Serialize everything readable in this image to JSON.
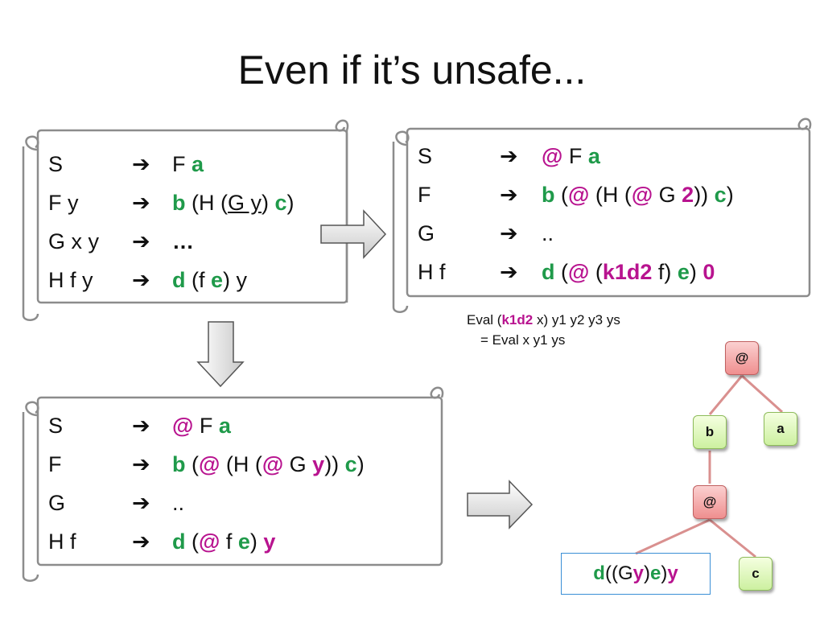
{
  "title": "Even if it’s unsafe...",
  "box1": {
    "rules": [
      {
        "lhs": "S",
        "rhs": [
          {
            "t": "F "
          },
          {
            "t": "a",
            "c": "g"
          }
        ]
      },
      {
        "lhs": "F y",
        "rhs": [
          {
            "t": "b",
            "c": "g"
          },
          {
            "t": " (H ("
          },
          {
            "t": "G y",
            "c": "u"
          },
          {
            "t": ") "
          },
          {
            "t": "c",
            "c": "g"
          },
          {
            "t": ")"
          }
        ]
      },
      {
        "lhs": "G x y",
        "rhs": [
          {
            "t": "…",
            "c": "b"
          }
        ]
      },
      {
        "lhs": "H f y",
        "rhs": [
          {
            "t": "d",
            "c": "g"
          },
          {
            "t": " (f "
          },
          {
            "t": "e",
            "c": "g"
          },
          {
            "t": ") y"
          }
        ]
      }
    ]
  },
  "box2": {
    "rules": [
      {
        "lhs": "S",
        "rhs": [
          {
            "t": "@",
            "c": "m"
          },
          {
            "t": " F "
          },
          {
            "t": "a",
            "c": "g"
          }
        ]
      },
      {
        "lhs": "F",
        "rhs": [
          {
            "t": "b",
            "c": "g"
          },
          {
            "t": " ("
          },
          {
            "t": "@",
            "c": "m"
          },
          {
            "t": " (H ("
          },
          {
            "t": "@",
            "c": "m"
          },
          {
            "t": " G "
          },
          {
            "t": "2",
            "c": "m"
          },
          {
            "t": ")) "
          },
          {
            "t": "c",
            "c": "g"
          },
          {
            "t": ")"
          }
        ]
      },
      {
        "lhs": "G",
        "rhs": [
          {
            "t": ".."
          }
        ]
      },
      {
        "lhs": "H f",
        "rhs": [
          {
            "t": "d",
            "c": "g"
          },
          {
            "t": " ("
          },
          {
            "t": "@",
            "c": "m"
          },
          {
            "t": " ("
          },
          {
            "t": "k1d2",
            "c": "m"
          },
          {
            "t": " f) "
          },
          {
            "t": "e",
            "c": "g"
          },
          {
            "t": ") "
          },
          {
            "t": "0",
            "c": "m"
          }
        ]
      }
    ]
  },
  "box3": {
    "rules": [
      {
        "lhs": "S",
        "rhs": [
          {
            "t": "@",
            "c": "m"
          },
          {
            "t": " F "
          },
          {
            "t": "a",
            "c": "g"
          }
        ]
      },
      {
        "lhs": "F",
        "rhs": [
          {
            "t": "b",
            "c": "g"
          },
          {
            "t": " ("
          },
          {
            "t": "@",
            "c": "m"
          },
          {
            "t": " (H ("
          },
          {
            "t": "@",
            "c": "m"
          },
          {
            "t": " G "
          },
          {
            "t": "y",
            "c": "m"
          },
          {
            "t": ")) "
          },
          {
            "t": "c",
            "c": "g"
          },
          {
            "t": ")"
          }
        ]
      },
      {
        "lhs": "G",
        "rhs": [
          {
            "t": ".."
          }
        ]
      },
      {
        "lhs": "H f",
        "rhs": [
          {
            "t": "d",
            "c": "g"
          },
          {
            "t": " ("
          },
          {
            "t": "@",
            "c": "m"
          },
          {
            "t": " f "
          },
          {
            "t": "e",
            "c": "g"
          },
          {
            "t": ") "
          },
          {
            "t": "y",
            "c": "m"
          }
        ]
      }
    ]
  },
  "note": {
    "line1": [
      {
        "t": "Eval ("
      },
      {
        "t": "k1d2",
        "c": "m"
      },
      {
        "t": " x) y1 y2 y3 ys"
      }
    ],
    "line2": "= Eval x y1 ys"
  },
  "tree": {
    "root": "@",
    "b": "b",
    "a": "a",
    "inner": "@",
    "c": "c",
    "leaf": [
      {
        "t": "d",
        "c": "g"
      },
      {
        "t": " ((G "
      },
      {
        "t": "y",
        "c": "m"
      },
      {
        "t": ") "
      },
      {
        "t": "e",
        "c": "g"
      },
      {
        "t": ") "
      },
      {
        "t": "y",
        "c": "m"
      }
    ]
  },
  "colors": {
    "green": "#1f9a4a",
    "magenta": "#b8138f",
    "node_red": "#f2a0a0",
    "node_green": "#dff7b8",
    "leaf_border": "#3a8fd6"
  }
}
